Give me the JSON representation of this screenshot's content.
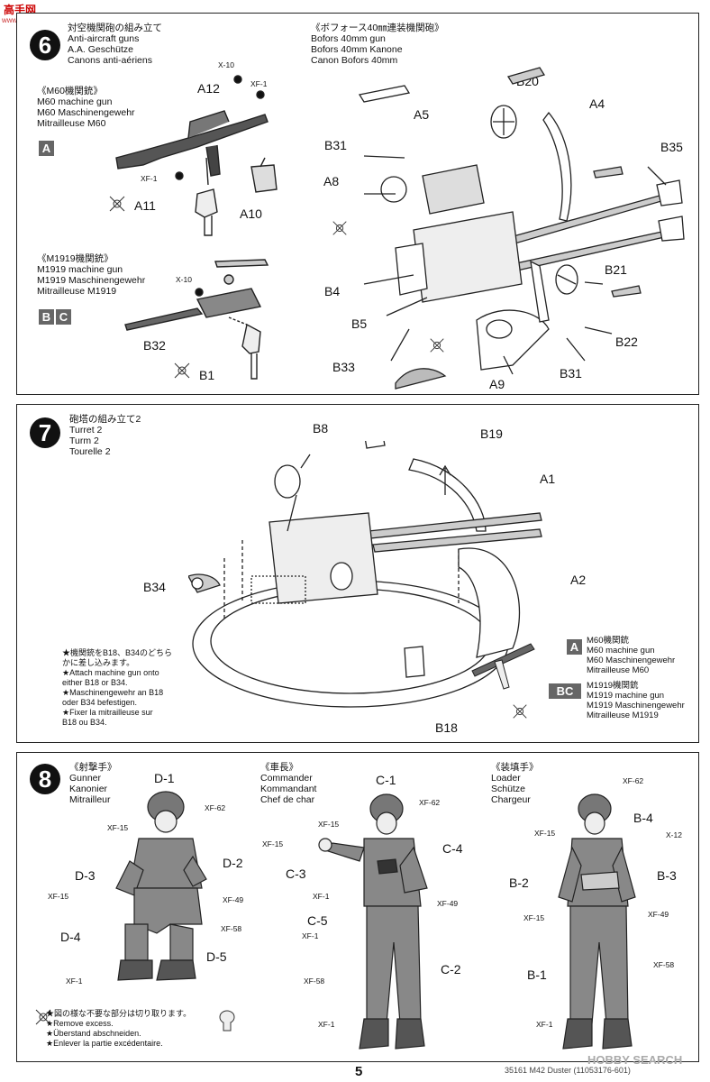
{
  "watermark_top": {
    "logo": "高手网",
    "url": "www.gaoshou.net"
  },
  "step6": {
    "number": "6",
    "title": [
      "対空機関砲の組み立て",
      "Anti-aircraft guns",
      "A.A. Geschütze",
      "Canons anti-aériens"
    ],
    "m60": {
      "title": [
        "《M60機関銃》",
        "M60 machine gun",
        "M60 Maschinengewehr",
        "Mitrailleuse M60"
      ],
      "box": "A",
      "parts": [
        "A12",
        "A11",
        "A10"
      ],
      "paints": [
        "X-10",
        "XF-1",
        "XF-1"
      ]
    },
    "m1919": {
      "title": [
        "《M1919機関銃》",
        "M1919 machine gun",
        "M1919 Maschinengewehr",
        "Mitrailleuse M1919"
      ],
      "boxes": [
        "B",
        "C"
      ],
      "parts": [
        "B32",
        "B1"
      ],
      "paints": [
        "X-10"
      ]
    },
    "bofors": {
      "title": [
        "《ボフォース40㎜連装機関砲》",
        "Bofors 40mm gun",
        "Bofors 40mm Kanone",
        "Canon Bofors 40mm"
      ],
      "parts": [
        "B20",
        "A5",
        "A4",
        "B31",
        "A8",
        "B35",
        "B21",
        "B4",
        "B5",
        "B22",
        "B33",
        "B31",
        "A9"
      ]
    }
  },
  "step7": {
    "number": "7",
    "title": [
      "砲塔の組み立て2",
      "Turret 2",
      "Turm 2",
      "Tourelle 2"
    ],
    "parts": [
      "B8",
      "B19",
      "A1",
      "A2",
      "B34",
      "B18"
    ],
    "note": [
      "★機関銃をB18、B34のどちら",
      "かに差し込みます。",
      "★Attach machine gun onto",
      "either B18 or B34.",
      "★Maschinengewehr an B18",
      "oder B34 befestigen.",
      "★Fixer la mitrailleuse sur",
      "B18 ou B34."
    ],
    "legend": [
      {
        "box": "A",
        "lines": [
          "M60機関銃",
          "M60 machine gun",
          "M60 Maschinengewehr",
          "Mitrailleuse M60"
        ]
      },
      {
        "box": "BC",
        "lines": [
          "M1919機関銃",
          "M1919 machine gun",
          "M1919 Maschinengewehr",
          "Mitrailleuse M1919"
        ]
      }
    ]
  },
  "step8": {
    "number": "8",
    "gunner": {
      "title": [
        "《射撃手》",
        "Gunner",
        "Kanonier",
        "Mitrailleur"
      ],
      "parts": [
        "D-1",
        "D-3",
        "D-2",
        "D-4",
        "D-5"
      ],
      "paints": [
        "XF-62",
        "XF-15",
        "XF-15",
        "XF-49",
        "XF-58",
        "XF-1"
      ]
    },
    "commander": {
      "title": [
        "《車長》",
        "Commander",
        "Kommandant",
        "Chef de char"
      ],
      "parts": [
        "C-1",
        "C-4",
        "C-3",
        "C-5",
        "C-2"
      ],
      "paints": [
        "XF-62",
        "XF-15",
        "XF-15",
        "XF-1",
        "XF-49",
        "XF-1",
        "XF-58",
        "XF-1"
      ]
    },
    "loader": {
      "title": [
        "《装填手》",
        "Loader",
        "Schütze",
        "Chargeur"
      ],
      "parts": [
        "B-4",
        "B-2",
        "B-3",
        "B-1"
      ],
      "paints": [
        "XF-62",
        "XF-15",
        "X-12",
        "XF-15",
        "XF-49",
        "XF-58",
        "XF-1"
      ]
    },
    "note": [
      "★図の様な不要な部分は切り取ります。",
      "★Remove excess.",
      "★Überstand abschneiden.",
      "★Enlever la partie excédentaire."
    ]
  },
  "footer": {
    "page": "5",
    "code": "35161  M42 Duster  (11053176-601)",
    "watermark": "HOBBY SEARCH"
  }
}
